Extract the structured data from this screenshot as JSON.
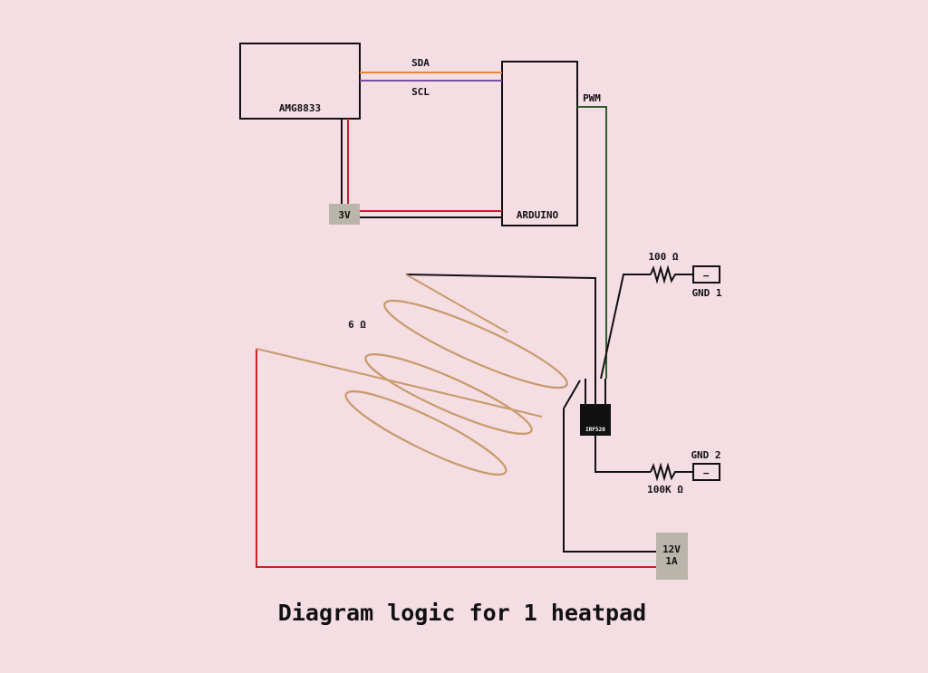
{
  "diagram": {
    "title": "Diagram logic for 1 heatpad",
    "components": {
      "sensor": "AMG8833",
      "controller": "ARDUINO",
      "power_3v": "3V",
      "mosfet": "IRF520",
      "supply_line1": "12V",
      "supply_line2": "1A",
      "gnd1": "GND 1",
      "gnd2": "GND 2",
      "gnd_symbol": "−"
    },
    "wire_labels": {
      "sda": "SDA",
      "scl": "SCL",
      "pwm": "PWM"
    },
    "values": {
      "r1": "100 Ω",
      "r2": "100K Ω",
      "heatpad": "6 Ω"
    },
    "colors": {
      "background": "#f4dde3",
      "sda": "#e8843a",
      "scl": "#7a4ea8",
      "pwm": "#2e5c2e",
      "positive": "#c8202a",
      "ground": "#111111",
      "heating_coil": "#c99a6a",
      "supply_box": "#b9b5aa"
    }
  }
}
